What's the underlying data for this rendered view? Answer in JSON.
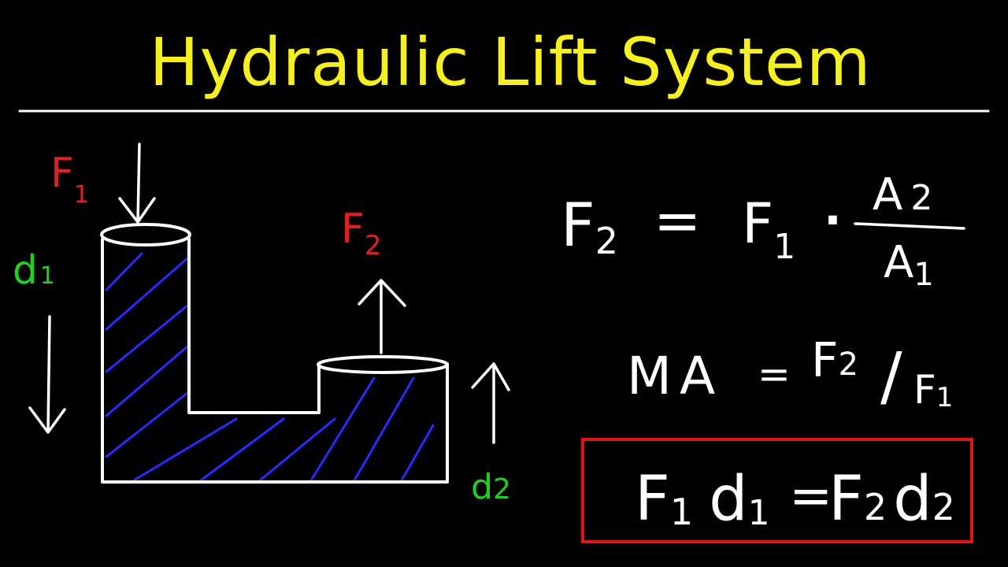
{
  "title": "Hydraulic Lift System",
  "colors": {
    "background": "#000000",
    "title": "#f5f01e",
    "chalk": "#ffffff",
    "force_label": "#e02020",
    "distance_label": "#22d022",
    "fluid_hatch": "#2a2aff",
    "highlight_box": "#e01515"
  },
  "diagram": {
    "force_in": {
      "letter": "F",
      "sub": "1"
    },
    "force_out": {
      "letter": "F",
      "sub": "2"
    },
    "dist_in": {
      "letter": "d",
      "sub": "1"
    },
    "dist_out": {
      "letter": "d",
      "sub": "2"
    }
  },
  "equations": {
    "eq1": {
      "lhs": "F",
      "lhs_sub": "2",
      "eq": "=",
      "f": "F",
      "f_sub": "1",
      "dot": "·",
      "num": "A",
      "num_sub": "2",
      "den": "A",
      "den_sub": "1"
    },
    "eq2": {
      "lhs": "MA",
      "eq": "=",
      "num": "F",
      "num_sub": "2",
      "slash": "/",
      "den": "F",
      "den_sub": "1"
    },
    "eq3": {
      "a": "F",
      "a_sub": "1",
      "b": "d",
      "b_sub": "1",
      "eq": "=",
      "c": "F",
      "c_sub": "2",
      "d": "d",
      "d_sub": "2"
    }
  }
}
